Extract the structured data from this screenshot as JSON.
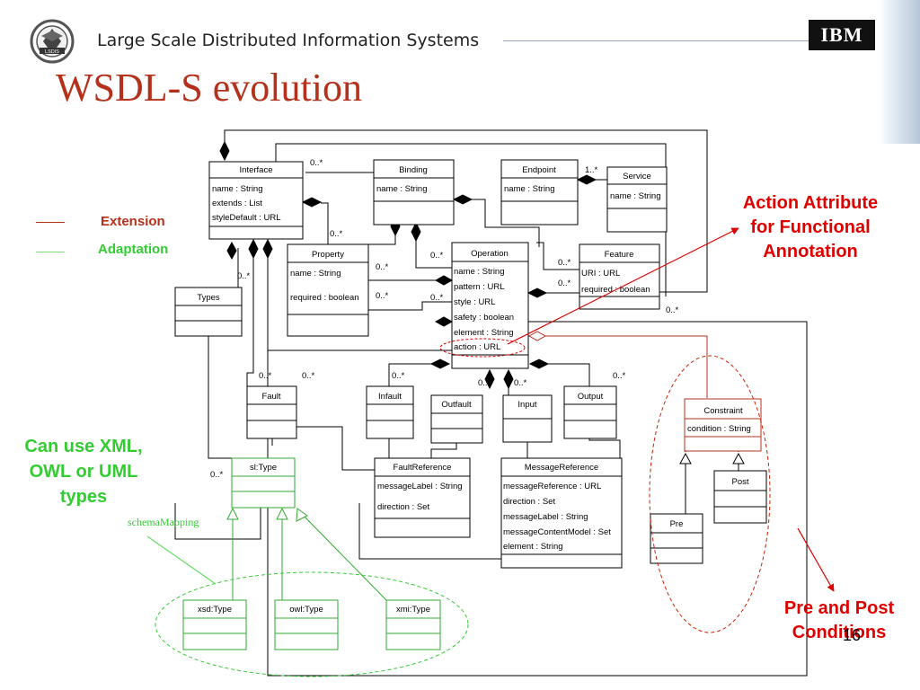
{
  "header": {
    "organization": "Large Scale Distributed Information Systems",
    "logo_text": "LSDIS",
    "ibm_logo": "IBM",
    "title": "WSDL-S evolution"
  },
  "legend": {
    "extension": "Extension",
    "adaptation": "Adaptation",
    "extension_color": "#b5311c",
    "adaptation_color": "#33cc33"
  },
  "notes": {
    "action": "Action Attribute for Functional Annotation",
    "prepost": "Pre and Post Conditions",
    "canuse": "Can use XML, OWL or UML types",
    "schema_mapping": "schemaMapping"
  },
  "page_number": "16",
  "classes": {
    "interface": {
      "name": "Interface",
      "attrs": [
        "name : String",
        "extends : List",
        "styleDefault : URL"
      ]
    },
    "binding": {
      "name": "Binding",
      "attrs": [
        "name : String"
      ]
    },
    "endpoint": {
      "name": "Endpoint",
      "attrs": [
        "name : String"
      ]
    },
    "service": {
      "name": "Service",
      "attrs": [
        "name : String"
      ]
    },
    "property": {
      "name": "Property",
      "attrs": [
        "name : String",
        "required : boolean"
      ]
    },
    "operation": {
      "name": "Operation",
      "attrs": [
        "name : String",
        "pattern : URL",
        "style : URL",
        "safety : boolean",
        "element : String",
        "action : URL"
      ]
    },
    "feature": {
      "name": "Feature",
      "attrs": [
        "URI : URL",
        "required : boolean"
      ]
    },
    "types": {
      "name": "Types",
      "attrs": []
    },
    "fault": {
      "name": "Fault",
      "attrs": []
    },
    "infault": {
      "name": "Infault",
      "attrs": []
    },
    "outfault": {
      "name": "Outfault",
      "attrs": []
    },
    "input": {
      "name": "Input",
      "attrs": []
    },
    "output": {
      "name": "Output",
      "attrs": []
    },
    "constraint": {
      "name": "Constraint",
      "attrs": [
        "condition : String"
      ]
    },
    "post": {
      "name": "Post",
      "attrs": []
    },
    "pre": {
      "name": "Pre",
      "attrs": []
    },
    "sltype": {
      "name": "sl:Type",
      "attrs": []
    },
    "faultref": {
      "name": "FaultReference",
      "attrs": [
        "messageLabel : String",
        "direction : Set"
      ]
    },
    "msgref": {
      "name": "MessageReference",
      "attrs": [
        "messageReference : URL",
        "direction : Set",
        "messageLabel : String",
        "messageContentModel : Set",
        "element : String"
      ]
    },
    "xsdtype": {
      "name": "xsd:Type",
      "attrs": []
    },
    "owltype": {
      "name": "owl:Type",
      "attrs": []
    },
    "xmitype": {
      "name": "xmi:Type",
      "attrs": []
    }
  },
  "multiplicities": {
    "iface_binding": "0..*",
    "endpoint_service": "1..*",
    "iface_property": "0..*",
    "types": "0..*",
    "binding_operation": "0..*",
    "prop_op1": "0..*",
    "prop_op2": "0..*",
    "feature1": "0..*",
    "feature2": "0..*",
    "constraint": "0..*",
    "fault1": "0..*",
    "fault2": "0..*",
    "infault": "0..*",
    "outfault": "0..*",
    "input": "0..*",
    "output": "0..*",
    "sltype": "0..*"
  }
}
